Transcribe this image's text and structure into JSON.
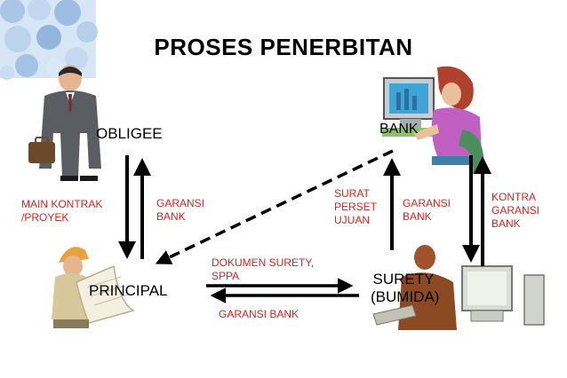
{
  "title": "PROSES PENERBITAN",
  "nodes": {
    "obligee": "OBLIGEE",
    "bank": "BANK",
    "principal": "PRINCIPAL",
    "surety": "SURETY\n(BUMIDA)"
  },
  "labels": {
    "main_kontrak": "MAIN KONTRAK\n/PROYEK",
    "garansi_bank_left": "GARANSI\nBANK",
    "surat_persetujuan": "SURAT\nPERSET\nUJUAN",
    "garansi_bank_right": "GARANSI\nBANK",
    "kontra_garansi": "KONTRA\nGARANSI\nBANK",
    "dokumen_surety": "DOKUMEN SURETY,\nSPPA",
    "garansi_bank_bottom": "GARANSI BANK"
  },
  "colors": {
    "label_red": "#e0211b",
    "arrow": "#000000"
  }
}
